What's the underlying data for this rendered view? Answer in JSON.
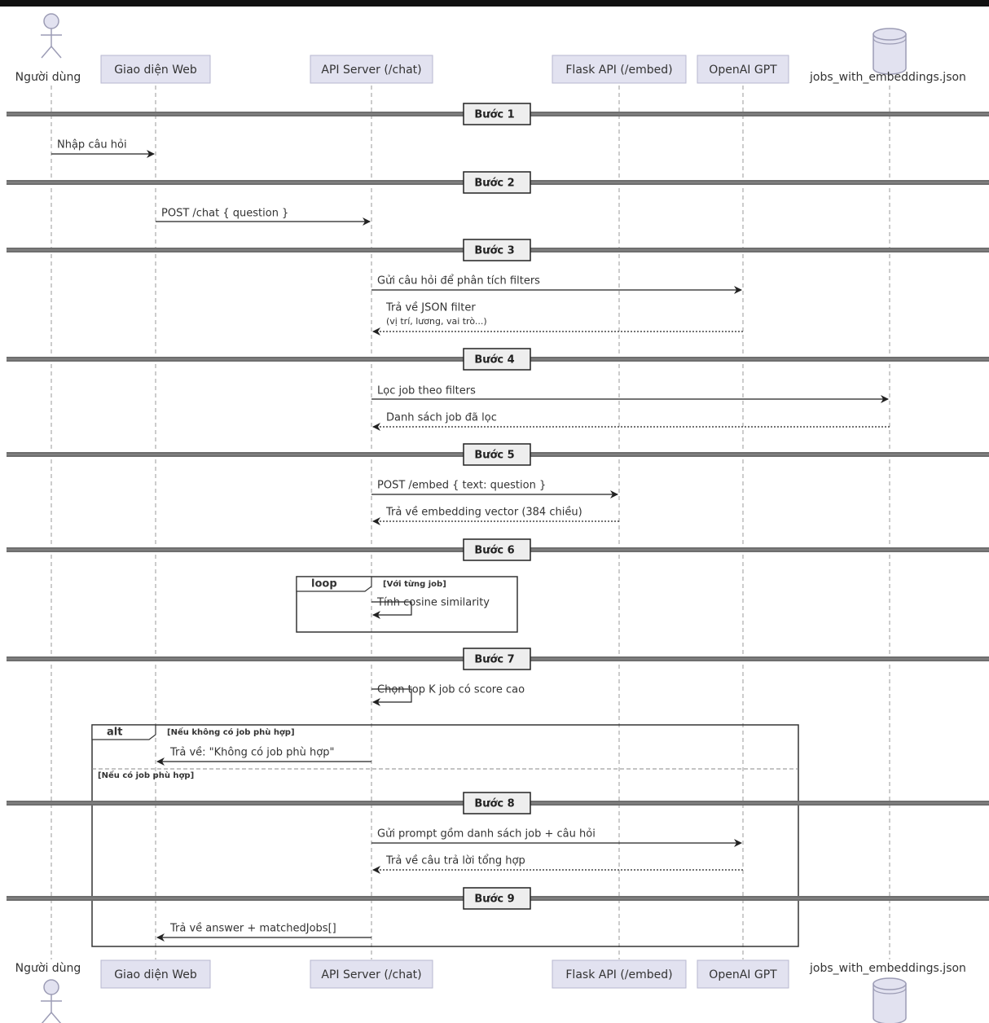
{
  "participants": [
    {
      "id": "user",
      "label": "Người dùng",
      "kind": "actor"
    },
    {
      "id": "web",
      "label": "Giao diện Web",
      "kind": "box"
    },
    {
      "id": "api",
      "label": "API Server (/chat)",
      "kind": "box"
    },
    {
      "id": "flask",
      "label": "Flask API (/embed)",
      "kind": "box"
    },
    {
      "id": "gpt",
      "label": "OpenAI GPT",
      "kind": "box"
    },
    {
      "id": "db",
      "label": "jobs_with_embeddings.json",
      "kind": "database"
    }
  ],
  "dividers": [
    {
      "id": "step1",
      "label": "Bước 1"
    },
    {
      "id": "step2",
      "label": "Bước 2"
    },
    {
      "id": "step3",
      "label": "Bước 3"
    },
    {
      "id": "step4",
      "label": "Bước 4"
    },
    {
      "id": "step5",
      "label": "Bước 5"
    },
    {
      "id": "step6",
      "label": "Bước 6"
    },
    {
      "id": "step7",
      "label": "Bước 7"
    },
    {
      "id": "step8",
      "label": "Bước 8"
    },
    {
      "id": "step9",
      "label": "Bước 9"
    }
  ],
  "messages": [
    {
      "id": "m1",
      "from": "user",
      "to": "web",
      "style": "solid",
      "lines": [
        "Nhập câu hỏi"
      ]
    },
    {
      "id": "m2",
      "from": "web",
      "to": "api",
      "style": "solid",
      "lines": [
        "POST /chat { question }"
      ]
    },
    {
      "id": "m3",
      "from": "api",
      "to": "gpt",
      "style": "solid",
      "lines": [
        "Gửi câu hỏi để phân tích filters"
      ]
    },
    {
      "id": "m4",
      "from": "gpt",
      "to": "api",
      "style": "dashed",
      "lines": [
        "Trả về JSON filter",
        "(vị trí, lương, vai trò...)"
      ]
    },
    {
      "id": "m5",
      "from": "api",
      "to": "db",
      "style": "solid",
      "lines": [
        "Lọc job theo filters"
      ]
    },
    {
      "id": "m6",
      "from": "db",
      "to": "api",
      "style": "dashed",
      "lines": [
        "Danh sách job đã lọc"
      ]
    },
    {
      "id": "m7",
      "from": "api",
      "to": "flask",
      "style": "solid",
      "lines": [
        "POST /embed { text: question }"
      ]
    },
    {
      "id": "m8",
      "from": "flask",
      "to": "api",
      "style": "dashed",
      "lines": [
        "Trả về embedding vector (384 chiều)"
      ]
    },
    {
      "id": "m9",
      "from": "api",
      "to": "api",
      "style": "solid",
      "lines": [
        "Tính cosine similarity"
      ]
    },
    {
      "id": "m10",
      "from": "api",
      "to": "api",
      "style": "solid",
      "lines": [
        "Chọn top K job có score cao"
      ]
    },
    {
      "id": "m11",
      "from": "api",
      "to": "web",
      "style": "solid",
      "lines": [
        "Trả về: \"Không có job phù hợp\""
      ]
    },
    {
      "id": "m12",
      "from": "api",
      "to": "gpt",
      "style": "solid",
      "lines": [
        "Gửi prompt gồm danh sách job + câu hỏi"
      ]
    },
    {
      "id": "m13",
      "from": "gpt",
      "to": "api",
      "style": "dashed",
      "lines": [
        "Trả về câu trả lời tổng hợp"
      ]
    },
    {
      "id": "m14",
      "from": "api",
      "to": "web",
      "style": "solid",
      "lines": [
        "Trả về answer + matchedJobs[]"
      ]
    }
  ],
  "fragments": [
    {
      "id": "loop",
      "keyword": "loop",
      "condition": "[Với từng job]"
    },
    {
      "id": "alt",
      "keyword": "alt",
      "condition": "[Nếu không có job phù hợp]",
      "else_condition": "[Nếu có job phù hợp]"
    }
  ],
  "colors": {
    "participant_fill": "#E2E2F0",
    "participant_border": "#B7B7CF",
    "lifeline": "#9A9A9A",
    "divider_band": "#7F7F7F",
    "divider_label_fill": "#EEEEEE",
    "line": "#222222",
    "frame": "#333333"
  }
}
